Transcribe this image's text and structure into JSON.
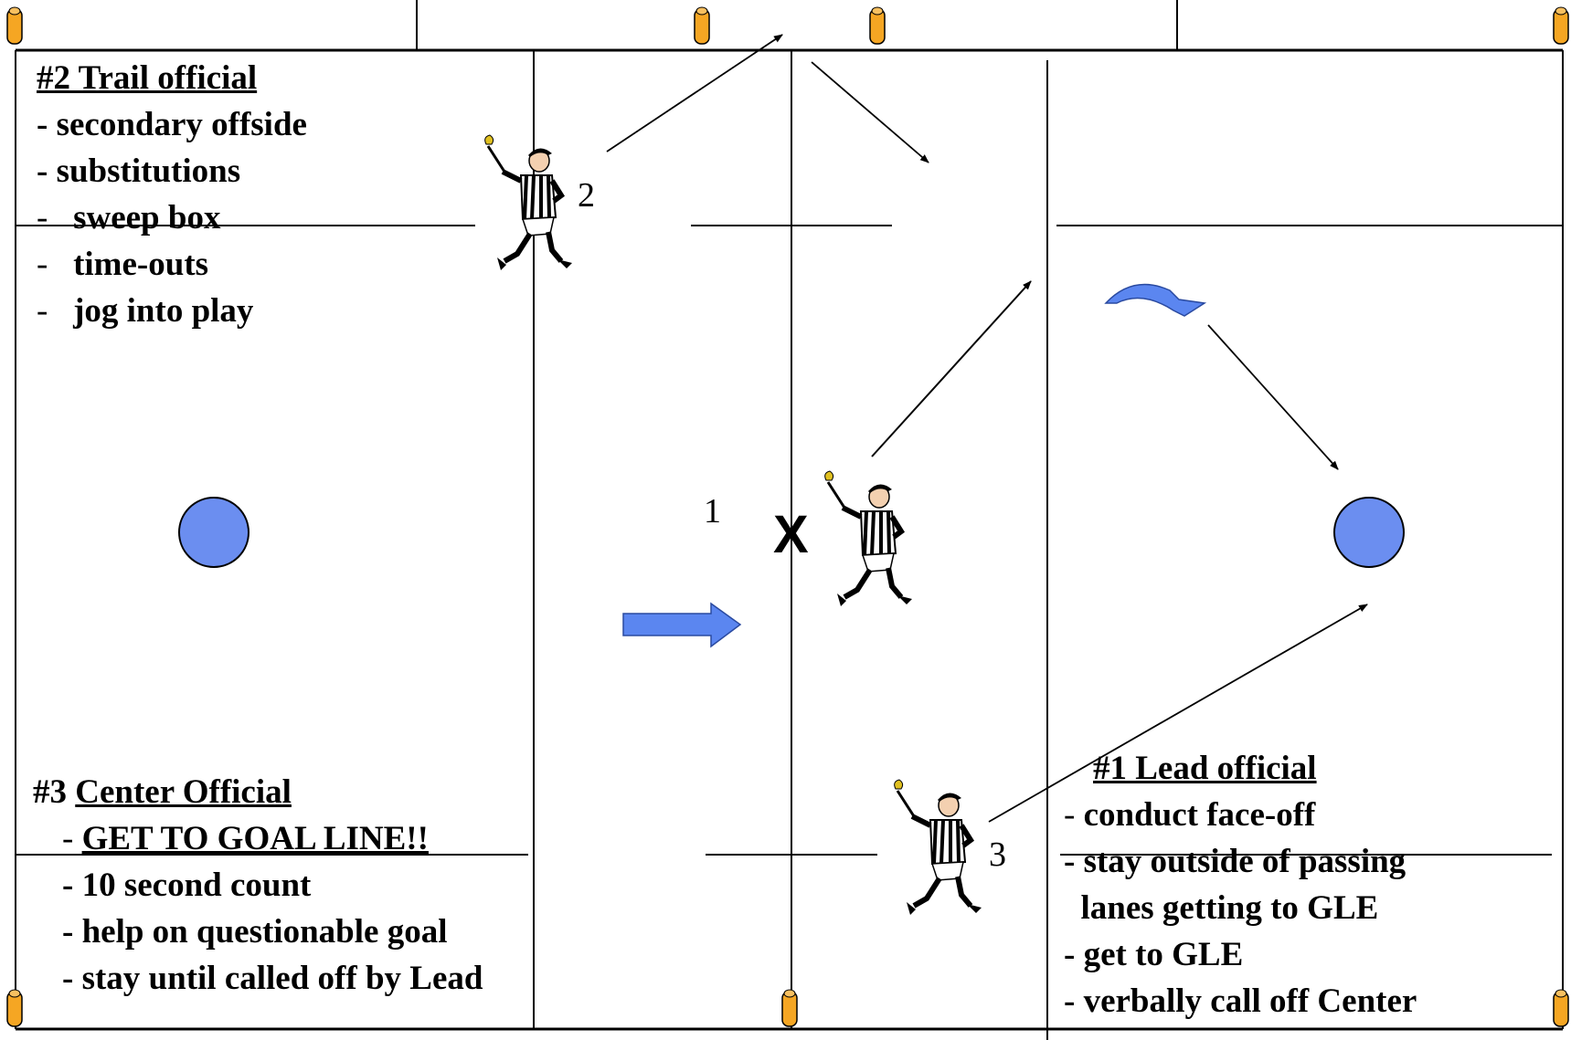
{
  "trail": {
    "title": "#2 Trail official",
    "items": [
      " - secondary offside",
      " - substitutions",
      "sweep box",
      "time-outs",
      "jog into play"
    ],
    "dashes": [
      "-",
      "-",
      "-"
    ]
  },
  "center": {
    "prefix": "#3 ",
    "title": "Center Official",
    "dash": "- ",
    "main": "GET TO GOAL LINE!!",
    "items": [
      "- 10 second count",
      "- help on questionable goal",
      "- stay until called off by Lead"
    ]
  },
  "lead": {
    "title": "#1 Lead official",
    "dash": "- ",
    "items": [
      "conduct face-off",
      "- stay outside of passing",
      "  lanes getting to GLE",
      "- get to GLE",
      "- verbally call off Center"
    ]
  },
  "labels": {
    "one": "1",
    "two": "2",
    "three": "3",
    "x": "X"
  },
  "colors": {
    "goal": "#6b8ef0",
    "arrow": "#5b86f0",
    "cone": "#f5a623",
    "line": "#000000"
  }
}
